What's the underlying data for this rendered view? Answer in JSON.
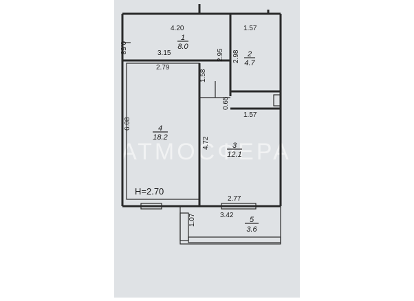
{
  "plan": {
    "height_label": "H=2.70",
    "watermark": "АТМОСФЕРА",
    "rooms": [
      {
        "id": "room-1",
        "number": "1",
        "area": "8.0"
      },
      {
        "id": "room-2",
        "number": "2",
        "area": "4.7"
      },
      {
        "id": "room-3",
        "number": "3",
        "area": "12.1"
      },
      {
        "id": "room-4",
        "number": "4",
        "area": "18.2"
      },
      {
        "id": "room-5",
        "number": "5",
        "area": "3.6"
      }
    ],
    "dimensions": {
      "d_4_20": "4.20",
      "d_1_57_top": "1.57",
      "d_0_58": "0.58",
      "d_3_15": "3.15",
      "d_2_95": "2.95",
      "d_2_98": "2.98",
      "d_2_79": "2.79",
      "d_1_58": "1.58",
      "d_0_65": "0.65",
      "d_1_57_mid": "1.57",
      "d_6_08": "6.08",
      "d_4_72": "4.72",
      "d_2_77": "2.77",
      "d_3_42": "3.42",
      "d_1_07": "1.07"
    }
  },
  "colors": {
    "background": "#ffffff",
    "paper": "#dfe2e5",
    "wall": "#2a2a2a"
  }
}
